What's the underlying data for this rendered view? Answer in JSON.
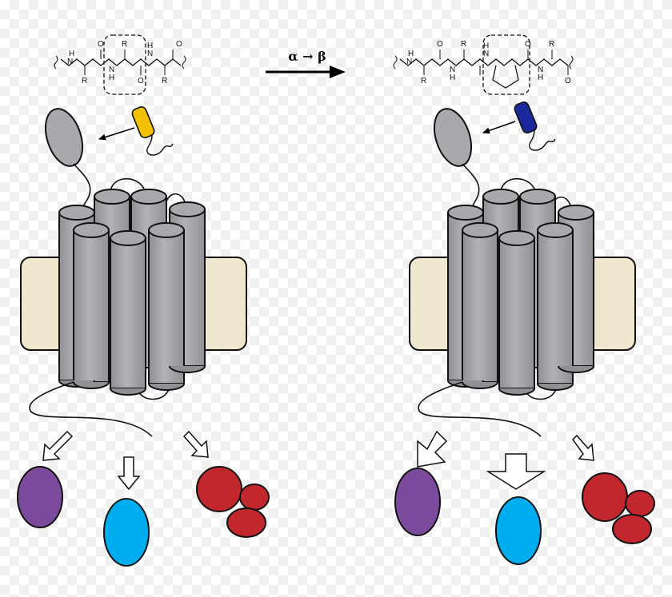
{
  "arrow_label": "α → β",
  "left_peptide": {
    "labels": [
      "H",
      "N",
      "R",
      "O",
      "R",
      "N",
      "H",
      "O",
      "R",
      "N",
      "H",
      "O"
    ]
  },
  "right_peptide": {
    "labels": [
      "H",
      "N",
      "R",
      "O",
      "R",
      "N",
      "H",
      "N",
      "H",
      "O",
      "R",
      "N",
      "H",
      "O"
    ]
  },
  "colors": {
    "receptor": "#a7a9ac",
    "membrane": "#efe8ce",
    "ligand_alpha": "#f2c200",
    "ligand_beta": "#1a2a9c",
    "purple_effector": "#7d4b9e",
    "blue_effector": "#00aeef",
    "red_effector": "#c1272d"
  }
}
